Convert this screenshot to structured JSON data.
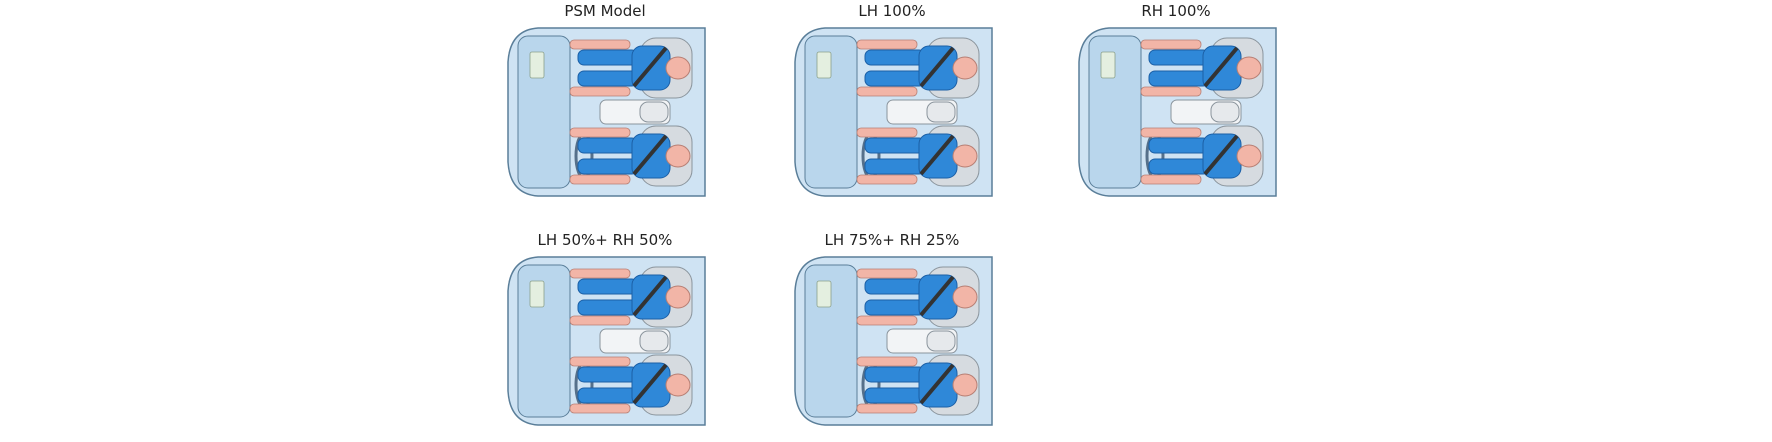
{
  "panels": [
    {
      "id": "psm-model",
      "title": "PSM Model"
    },
    {
      "id": "lh-100",
      "title": "LH 100%"
    },
    {
      "id": "rh-100",
      "title": "RH 100%"
    },
    {
      "id": "lh50-rh50",
      "title": "LH 50%+ RH 50%"
    },
    {
      "id": "lh75-rh25",
      "title": "LH 75%+ RH 25%"
    }
  ],
  "colors": {
    "cabin": "#cfe3f3",
    "cabin_edge": "#5a7e99",
    "body_blue": "#2f88d8",
    "body_blue_dark": "#1b5fa6",
    "skin": "#f2b5a7",
    "seat_gray": "#d6dbe0",
    "belt": "#333333"
  }
}
